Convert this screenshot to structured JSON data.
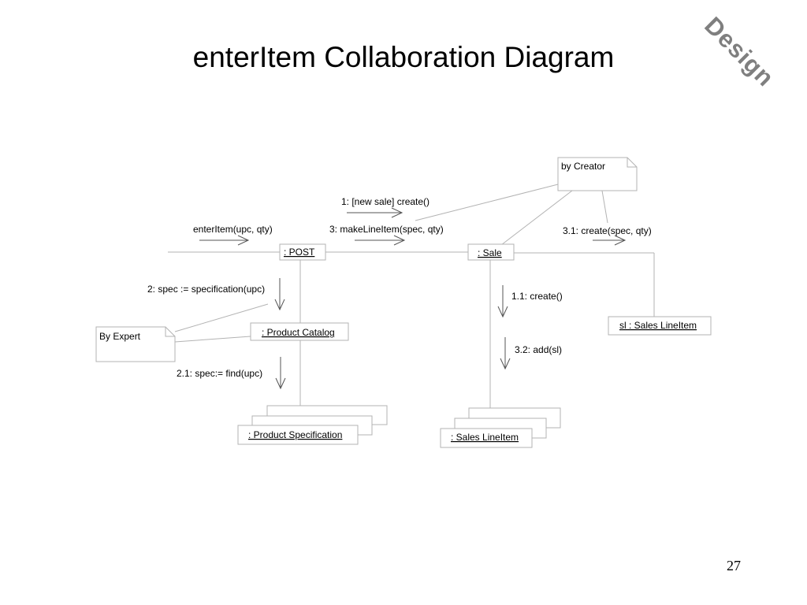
{
  "slide": {
    "title": "enterItem Collaboration Diagram",
    "corner_label": "Design",
    "page_number": "27"
  },
  "diagram": {
    "objects": {
      "post": ": POST",
      "sale": ": Sale",
      "product_catalog": ": Product Catalog",
      "product_specification": ": Product Specification",
      "sales_line_item_multi": ": Sales LineItem",
      "sl_sales_line_item": "sl : Sales LineItem"
    },
    "notes": {
      "by_creator": "by Creator",
      "by_expert": "By Expert"
    },
    "messages": {
      "enter_item": "enterItem(upc, qty)",
      "create_sale": "1: [new sale] create()",
      "make_line_item": "3: makeLineItem(spec, qty)",
      "create_spec_qty": "3.1: create(spec, qty)",
      "specification": "2: spec := specification(upc)",
      "create_1_1": "1.1: create()",
      "add_sl": "3.2: add(sl)",
      "find_upc": "2.1: spec:= find(upc)"
    }
  }
}
